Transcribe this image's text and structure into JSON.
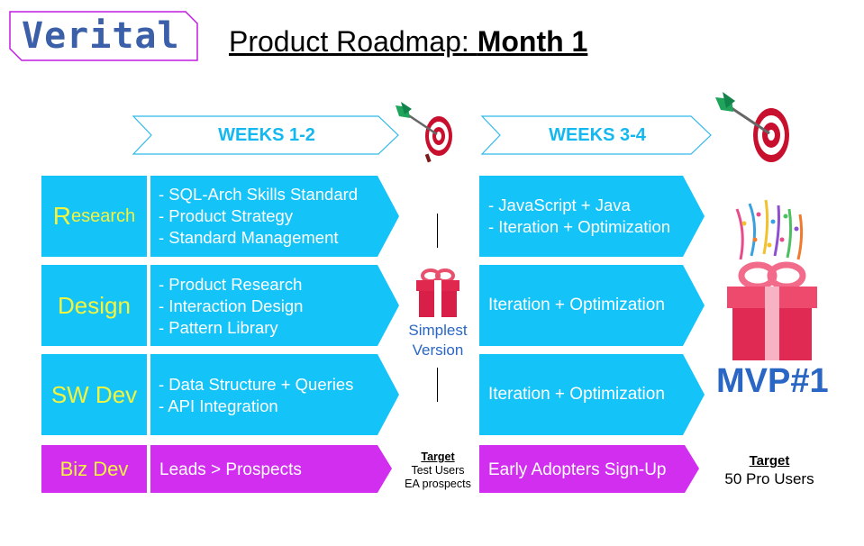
{
  "logo": {
    "text": "Verital"
  },
  "title": {
    "prefix": "Product Roadmap: ",
    "emphasis": "Month 1"
  },
  "weeks": [
    {
      "label": "WEEKS 1-2"
    },
    {
      "label": "WEEKS 3-4"
    }
  ],
  "rows": {
    "research": {
      "label_initial": "R",
      "label_rest": "esearch",
      "weeks12": [
        "- SQL-Arch Skills Standard",
        "- Product Strategy",
        "- Standard Management"
      ],
      "weeks34": [
        "- JavaScript + Java",
        "- Iteration + Optimization"
      ]
    },
    "design": {
      "label": "Design",
      "weeks12": [
        "- Product Research",
        "- Interaction Design",
        "- Pattern Library"
      ],
      "weeks34": "Iteration + Optimization"
    },
    "swdev": {
      "label": "SW Dev",
      "weeks12": [
        "- Data Structure + Queries",
        "- API Integration"
      ],
      "weeks34": "Iteration + Optimization"
    },
    "bizdev": {
      "label": "Biz Dev",
      "weeks12": "Leads > Prospects",
      "weeks34": "Early Adopters Sign-Up"
    }
  },
  "milestone1": {
    "label_line1": "Simplest",
    "label_line2": "Version",
    "target_title": "Target",
    "target_line1": "Test Users",
    "target_line2": "EA prospects"
  },
  "milestone2": {
    "label": "MVP#1",
    "target_title": "Target",
    "target_line1": "50 Pro Users"
  },
  "colors": {
    "cyan": "#14c3f7",
    "magenta": "#d22ef0",
    "label_yellow": "#f3f43e",
    "week_text": "#12b8ef",
    "accent_blue": "#2a66c4",
    "logo_border": "#c21be0"
  },
  "icons": [
    "target-dart-icon",
    "gift-icon",
    "confetti-icon"
  ]
}
